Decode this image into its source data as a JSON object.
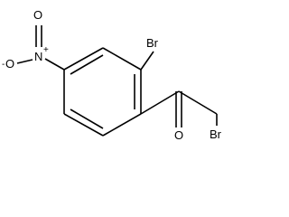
{
  "molecule": {
    "atoms": {
      "br_top": "Br",
      "br_side": "Br",
      "nitro_n": "N",
      "nitro_n_charge": "+",
      "nitro_o_top": "O",
      "nitro_o_left": "O",
      "nitro_o_left_charge": "-",
      "carbonyl_o": "O"
    }
  }
}
